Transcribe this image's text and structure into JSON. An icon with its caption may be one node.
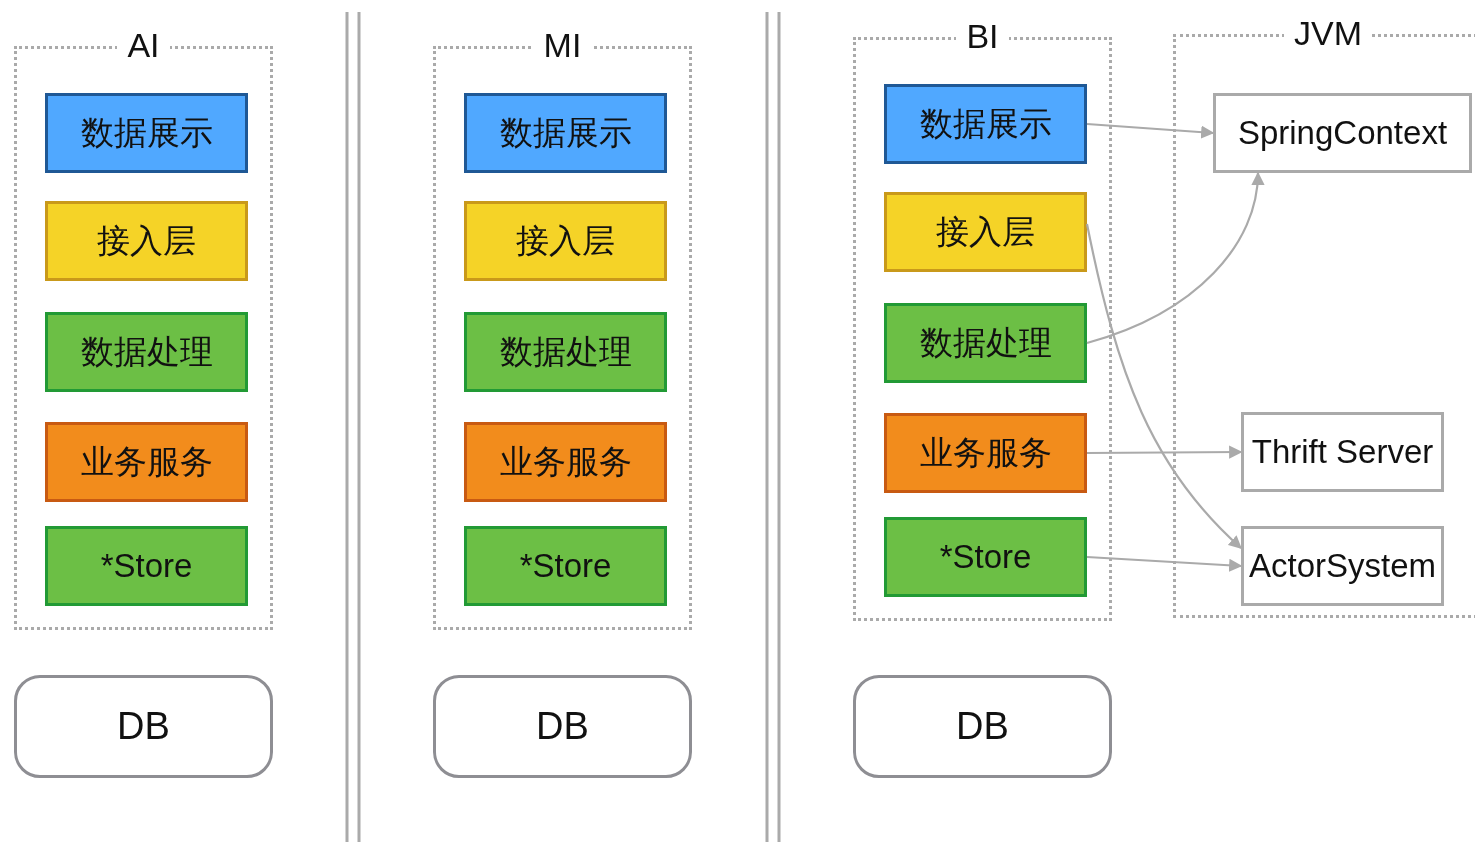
{
  "diagram": {
    "nodes": [
      {
        "text": [
          "AI"
        ]
      },
      {
        "text": [
          "数据展示"
        ],
        "in": 0
      },
      {
        "text": [
          "接入层"
        ],
        "in": 0
      },
      {
        "text": [
          "数据处理"
        ],
        "in": 0
      },
      {
        "text": [
          "业务服务"
        ],
        "in": 0
      },
      {
        "text": [
          "*Store"
        ],
        "in": 0
      },
      {
        "text": [
          "DB"
        ]
      },
      {
        "text": [
          "MI"
        ]
      },
      {
        "text": [
          "数据展示"
        ],
        "in": 7
      },
      {
        "text": [
          "接入层"
        ],
        "in": 7
      },
      {
        "text": [
          "数据处理"
        ],
        "in": 7
      },
      {
        "text": [
          "业务服务"
        ],
        "in": 7
      },
      {
        "text": [
          "*Store"
        ],
        "in": 7
      },
      {
        "text": [
          "DB"
        ]
      },
      {
        "text": [
          "BI"
        ]
      },
      {
        "text": [
          "数据展示"
        ],
        "in": 14
      },
      {
        "text": [
          "接入层"
        ],
        "in": 14
      },
      {
        "text": [
          "数据处理"
        ],
        "in": 14
      },
      {
        "text": [
          "业务服务"
        ],
        "in": 14
      },
      {
        "text": [
          "*Store"
        ],
        "in": 14
      },
      {
        "text": [
          "DB"
        ]
      },
      {
        "text": [
          "JVM"
        ]
      },
      {
        "text": [
          "SpringContext"
        ],
        "in": 21
      },
      {
        "text": [
          "Thrift Server"
        ],
        "in": 21
      },
      {
        "text": [
          "ActorSystem"
        ],
        "in": 21
      }
    ],
    "edges": [
      {
        "from": 15,
        "to": 22,
        "arrow": "to"
      },
      {
        "from": 16,
        "to": 24,
        "arrow": "to"
      },
      {
        "from": 17,
        "to": 22,
        "arrow": "to"
      },
      {
        "from": 18,
        "to": 23,
        "arrow": "to"
      },
      {
        "from": 19,
        "to": 24,
        "arrow": "to"
      }
    ]
  }
}
